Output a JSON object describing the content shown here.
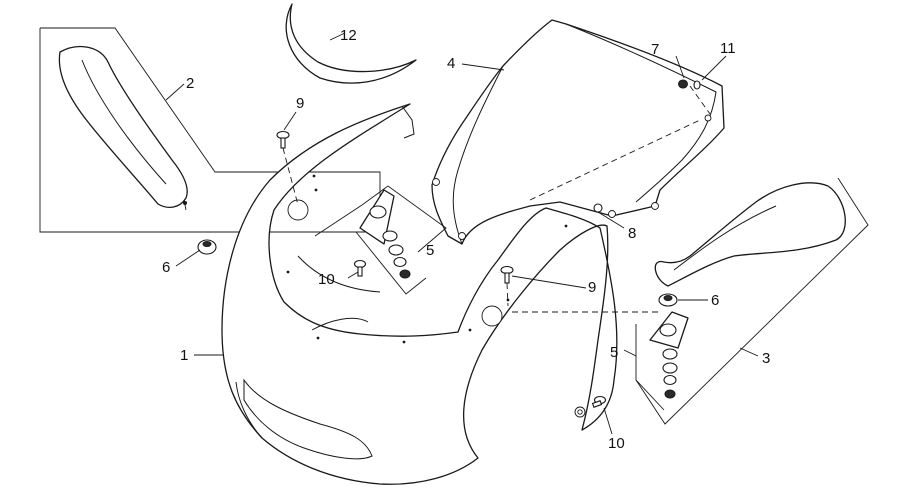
{
  "callouts": {
    "c1": "1",
    "c2": "2",
    "c3": "3",
    "c4": "4",
    "c5a": "5",
    "c5b": "5",
    "c6a": "6",
    "c6b": "6",
    "c7": "7",
    "c8": "8",
    "c9a": "9",
    "c9b": "9",
    "c10a": "10",
    "c10b": "10",
    "c11": "11",
    "c12": "12"
  }
}
